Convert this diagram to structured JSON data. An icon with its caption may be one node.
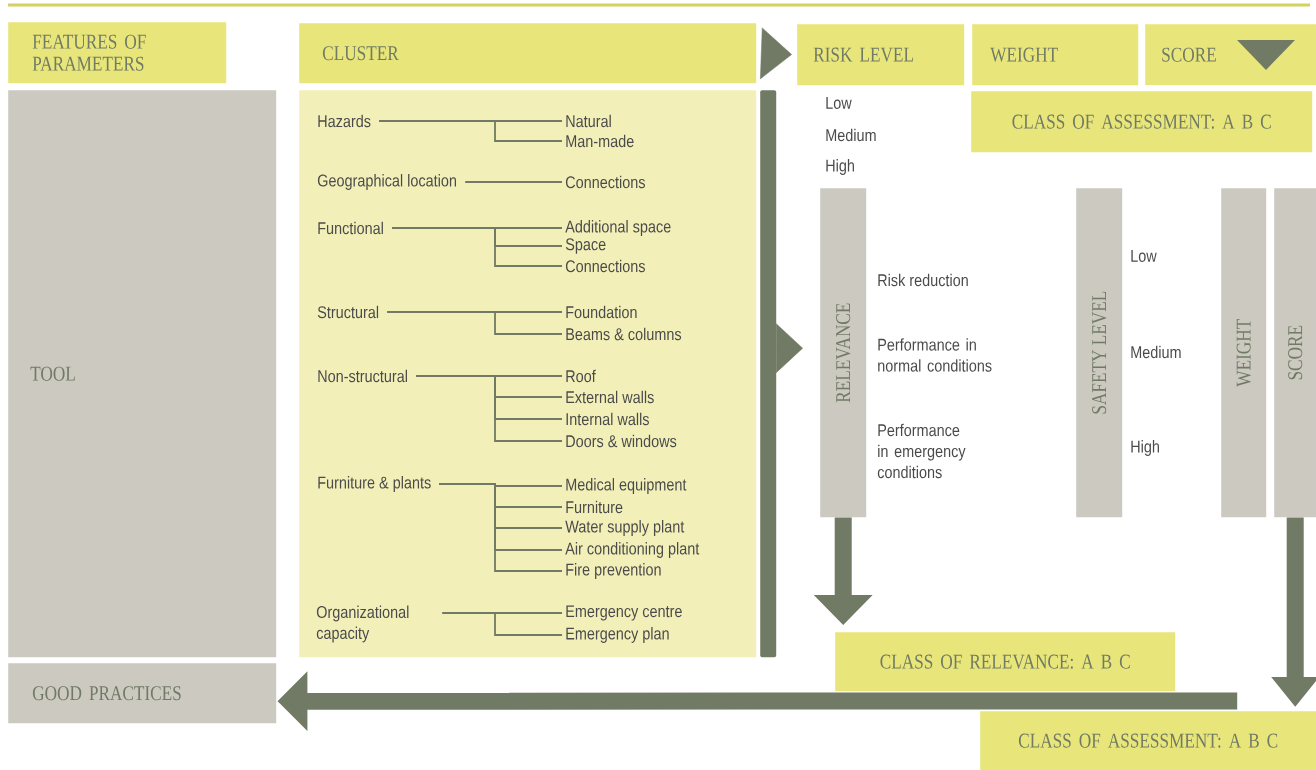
{
  "diagram": {
    "nodes": [
      {
        "text": [
          "FEATURES OF PARAMETERS"
        ]
      },
      {
        "text": [
          "CLUSTER"
        ]
      },
      {
        "text": [
          "RISK LEVEL"
        ],
        "beside": [
          "Low",
          "Medium",
          "High"
        ]
      },
      {
        "text": [
          "WEIGHT"
        ]
      },
      {
        "text": [
          "SCORE"
        ]
      },
      {
        "text": [
          "TOOL"
        ]
      },
      {
        "text": [],
        "shape": "box"
      },
      {
        "text": [
          "Hazards"
        ],
        "in": 6
      },
      {
        "text": [
          "Natural"
        ],
        "in": 6
      },
      {
        "text": [
          "Man-made"
        ],
        "in": 6
      },
      {
        "text": [
          "Geographical location"
        ],
        "in": 6
      },
      {
        "text": [
          "Connections"
        ],
        "in": 6
      },
      {
        "text": [
          "Functional"
        ],
        "in": 6
      },
      {
        "text": [
          "Additional space"
        ],
        "in": 6
      },
      {
        "text": [
          "Space"
        ],
        "in": 6
      },
      {
        "text": [
          "Connections"
        ],
        "in": 6
      },
      {
        "text": [
          "Structural"
        ],
        "in": 6
      },
      {
        "text": [
          "Foundation"
        ],
        "in": 6
      },
      {
        "text": [
          "Beams & columns"
        ],
        "in": 6
      },
      {
        "text": [
          "Non-structural"
        ],
        "in": 6
      },
      {
        "text": [
          "Roof"
        ],
        "in": 6
      },
      {
        "text": [
          "External walls"
        ],
        "in": 6
      },
      {
        "text": [
          "Internal walls"
        ],
        "in": 6
      },
      {
        "text": [
          "Doors & windows"
        ],
        "in": 6
      },
      {
        "text": [
          "Furniture & plants"
        ],
        "in": 6
      },
      {
        "text": [
          "Medical equipment"
        ],
        "in": 6
      },
      {
        "text": [
          "Furniture"
        ],
        "in": 6
      },
      {
        "text": [
          "Water supply plant"
        ],
        "in": 6
      },
      {
        "text": [
          "Air conditioning plant"
        ],
        "in": 6
      },
      {
        "text": [
          "Fire prevention"
        ],
        "in": 6
      },
      {
        "text": [
          "Organizational capacity"
        ],
        "in": 6
      },
      {
        "text": [
          "Emergency centre"
        ],
        "in": 6
      },
      {
        "text": [
          "Emergency plan"
        ],
        "in": 6
      },
      {
        "text": [
          "CLASS OF ASSESSMENT: A B C"
        ]
      },
      {
        "text": [
          "RELEVANCE"
        ],
        "beside": [
          "Risk reduction",
          "Performance in normal conditions",
          "Performance in emergency conditions"
        ]
      },
      {
        "text": [
          "SAFETY LEVEL"
        ],
        "beside": [
          "Low",
          "Medium",
          "High"
        ]
      },
      {
        "text": [
          "WEIGHT"
        ]
      },
      {
        "text": [
          "SCORE"
        ]
      },
      {
        "text": [
          "CLASS OF RELEVANCE: A B C"
        ]
      },
      {
        "text": [
          "GOOD PRACTICES"
        ]
      },
      {
        "text": [
          "CLASS OF ASSESSMENT: A B C"
        ]
      },
      {
        "text": [],
        "shape": "bar"
      }
    ],
    "edges": [
      {
        "from": 1,
        "to": 2,
        "arrow": "to"
      },
      {
        "from": 41,
        "to": 34,
        "arrow": "to"
      },
      {
        "from": 34,
        "to": 38,
        "arrow": "to",
        "style": "thick"
      },
      {
        "from": 37,
        "to": 40,
        "arrow": "to",
        "style": "thick"
      },
      {
        "from": 40,
        "to": 39,
        "arrow": "to",
        "style": "thick"
      },
      {
        "from": 7,
        "to": 8,
        "arrow": "none"
      },
      {
        "from": 7,
        "to": 9,
        "arrow": "none"
      },
      {
        "from": 10,
        "to": 11,
        "arrow": "none"
      },
      {
        "from": 12,
        "to": 13,
        "arrow": "none"
      },
      {
        "from": 12,
        "to": 14,
        "arrow": "none"
      },
      {
        "from": 12,
        "to": 15,
        "arrow": "none"
      },
      {
        "from": 16,
        "to": 17,
        "arrow": "none"
      },
      {
        "from": 16,
        "to": 18,
        "arrow": "none"
      },
      {
        "from": 19,
        "to": 20,
        "arrow": "none"
      },
      {
        "from": 19,
        "to": 21,
        "arrow": "none"
      },
      {
        "from": 19,
        "to": 22,
        "arrow": "none"
      },
      {
        "from": 19,
        "to": 23,
        "arrow": "none"
      },
      {
        "from": 24,
        "to": 25,
        "arrow": "none"
      },
      {
        "from": 24,
        "to": 26,
        "arrow": "none"
      },
      {
        "from": 24,
        "to": 27,
        "arrow": "none"
      },
      {
        "from": 24,
        "to": 28,
        "arrow": "none"
      },
      {
        "from": 24,
        "to": 29,
        "arrow": "none"
      },
      {
        "from": 30,
        "to": 31,
        "arrow": "none"
      },
      {
        "from": 30,
        "to": 32,
        "arrow": "none"
      }
    ]
  }
}
